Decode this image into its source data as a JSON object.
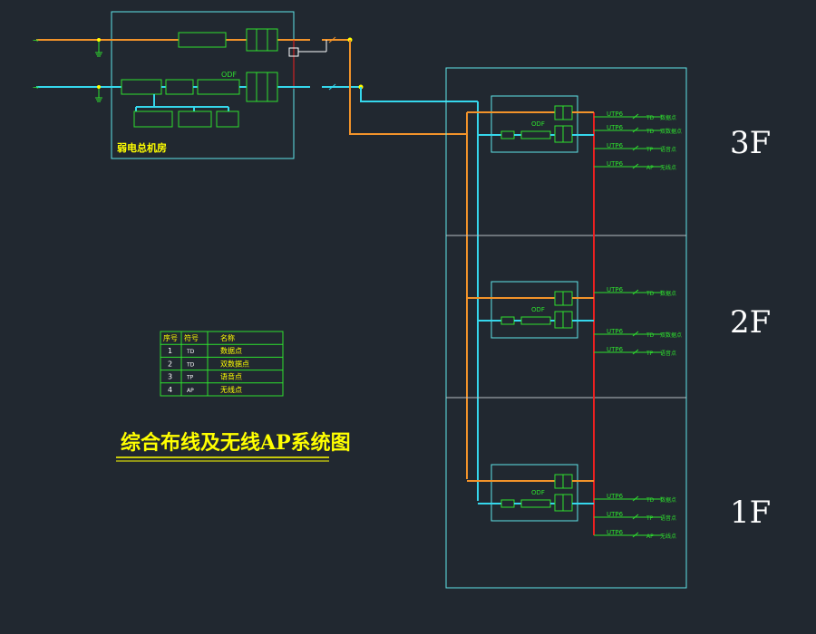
{
  "colors": {
    "background": "#212830",
    "frame": "#5fe3e8",
    "orange": "#f2932a",
    "cyan": "#35d7ec",
    "green": "#2ee02e",
    "red": "#ee2020",
    "white": "#ffffff",
    "yellow": "#ffff00",
    "grey": "#b8bec4"
  },
  "machine_room": {
    "label": "弱电总机房",
    "odf_label": "ODF"
  },
  "title": "综合布线及无线AP系统图",
  "floors": [
    {
      "label": "3F",
      "odf_label": "ODF",
      "outlets": [
        {
          "cable": "UTP6",
          "symbol": "TD",
          "name": "数据点"
        },
        {
          "cable": "UTP6",
          "symbol": "TD",
          "name": "双数据点"
        },
        {
          "cable": "UTP6",
          "symbol": "TP",
          "name": "语音点"
        },
        {
          "cable": "UTP6",
          "symbol": "AP",
          "name": "无线点"
        }
      ]
    },
    {
      "label": "2F",
      "odf_label": "ODF",
      "outlets": [
        {
          "cable": "UTP6",
          "symbol": "TD",
          "name": "数据点"
        },
        {
          "cable": "UTP6",
          "symbol": "TD",
          "name": "双数据点"
        },
        {
          "cable": "UTP6",
          "symbol": "TP",
          "name": "语音点"
        }
      ]
    },
    {
      "label": "1F",
      "odf_label": "ODF",
      "outlets": [
        {
          "cable": "UTP6",
          "symbol": "TD",
          "name": "数据点"
        },
        {
          "cable": "UTP6",
          "symbol": "TP",
          "name": "语音点"
        },
        {
          "cable": "UTP6",
          "symbol": "AP",
          "name": "无线点"
        }
      ]
    }
  ],
  "legend": {
    "headers": [
      "序号",
      "符号",
      "名称"
    ],
    "rows": [
      [
        "1",
        "TD",
        "数据点"
      ],
      [
        "2",
        "TD",
        "双数据点"
      ],
      [
        "3",
        "TP",
        "语音点"
      ],
      [
        "4",
        "AP",
        "无线点"
      ]
    ]
  }
}
